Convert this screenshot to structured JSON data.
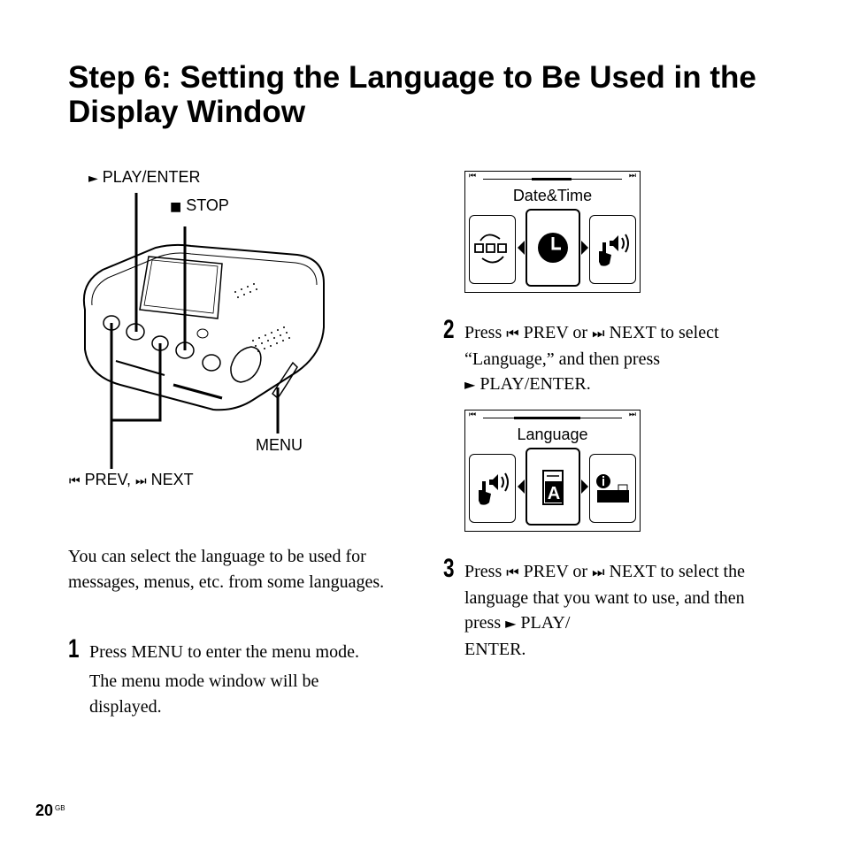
{
  "title": "Step 6: Setting the Language to Be Used in the Display Window",
  "device_labels": {
    "play_enter": "PLAY/ENTER",
    "stop": "STOP",
    "menu": "MENU",
    "prev_next": "PREV,",
    "next": "NEXT"
  },
  "intro": "You can select the language to be used for messages, menus, etc. from some languages.",
  "steps": [
    {
      "number": "1",
      "line1": "Press MENU to enter the menu mode.",
      "line2": "The menu mode window will be displayed."
    },
    {
      "number": "2",
      "press": "Press",
      "prev": "PREV or",
      "next": "NEXT to",
      "rest": "select “Language,” and then press",
      "play": "PLAY/ENTER."
    },
    {
      "number": "3",
      "press": "Press",
      "prev": "PREV or",
      "next": "NEXT to",
      "rest": "select the language that you want to use, and then press",
      "play": "PLAY/",
      "play2": "ENTER."
    }
  ],
  "screens": [
    {
      "title": "Date&Time",
      "icons": [
        "repeat-folders-icon",
        "clock-icon",
        "hand-speaker-icon"
      ]
    },
    {
      "title": "Language",
      "icons": [
        "hand-speaker-icon",
        "language-a-icon",
        "info-icon"
      ]
    }
  ],
  "footer": {
    "page": "20",
    "suffix": "GB"
  }
}
